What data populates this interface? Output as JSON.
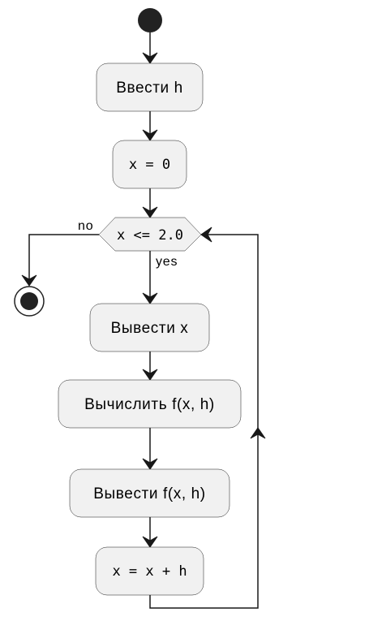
{
  "diagram": {
    "nodes": {
      "input_h": "Ввести h",
      "x_init": "x = 0",
      "condition": "x <= 2.0",
      "output_x": "Вывести x",
      "compute": "Вычислить f(x, h)",
      "output_f": "Вывести f(x, h)",
      "increment": "x = x + h"
    },
    "branches": {
      "yes_label": "yes",
      "no_label": "no"
    }
  }
}
